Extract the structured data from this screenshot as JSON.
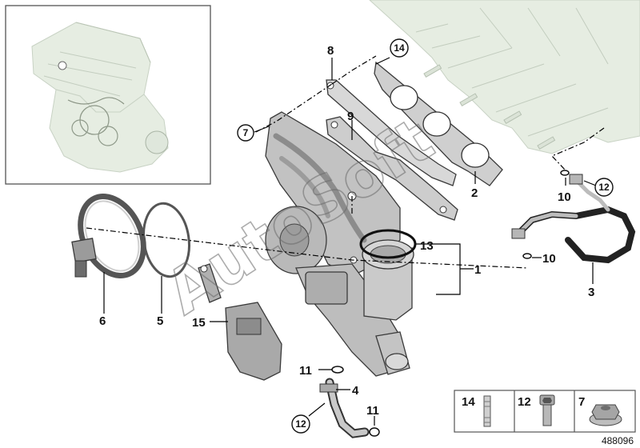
{
  "watermark": "AutoSoft",
  "figure_number": "488096",
  "callouts": {
    "c1": "1",
    "c2": "2",
    "c3": "3",
    "c4": "4",
    "c5": "5",
    "c6": "6",
    "c8": "8",
    "c9": "9",
    "c10a": "10",
    "c10b": "10",
    "c11a": "11",
    "c11b": "11",
    "c13": "13",
    "c15": "15"
  },
  "circled_callouts": {
    "c7": "7",
    "c12a": "12",
    "c12b": "12",
    "c14": "14"
  },
  "legend": {
    "items": [
      {
        "number": "14",
        "icon": "stud-bolt-icon"
      },
      {
        "number": "12",
        "icon": "socket-cap-screw-icon"
      },
      {
        "number": "7",
        "icon": "flange-nut-icon"
      }
    ]
  }
}
